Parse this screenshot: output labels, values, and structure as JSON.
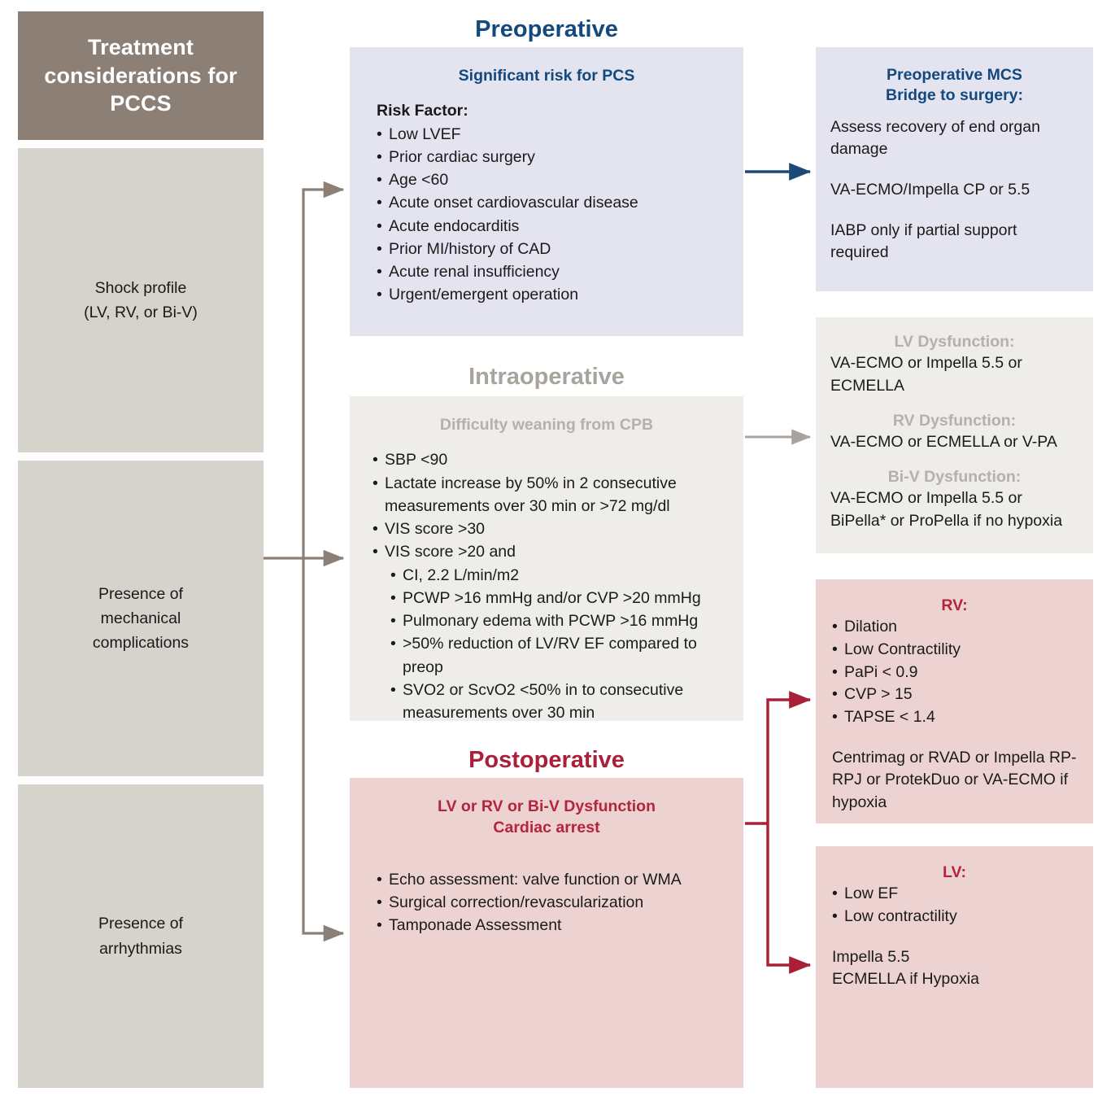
{
  "diagram": {
    "title": "Treatment considerations for PCCS",
    "colors": {
      "title_box": "#8c7f76",
      "grey_box": "#d6d2cc",
      "preop_blue": "#13497e",
      "preop_panel": "#e3e4ef",
      "intra_grey": "#b5b0ab",
      "intra_panel": "#efedea",
      "postop_red": "#a82039",
      "postop_panel": "#ecd3d1",
      "connector_brown": "#8c7f76",
      "connector_blue": "#1b4a78",
      "connector_grey": "#a9a39d",
      "connector_red": "#a81f36"
    }
  },
  "left_column": {
    "title": "Treatment considerations for PCCS",
    "items": [
      {
        "label": "Shock profile\n(LV, RV, or Bi-V)"
      },
      {
        "label": "Presence of\nmechanical\ncomplications"
      },
      {
        "label": "Presence of\narrhythmias"
      }
    ]
  },
  "sections": {
    "preoperative": {
      "heading": "Preoperative",
      "panel_title": "Significant risk for PCS",
      "lead": "Risk Factor:",
      "bullets": [
        "Low LVEF",
        "Prior cardiac surgery",
        "Age <60",
        "Acute onset cardiovascular disease",
        "Acute endocarditis",
        "Prior MI/history of CAD",
        "Acute renal insufficiency",
        "Urgent/emergent operation"
      ]
    },
    "intraoperative": {
      "heading": "Intraoperative",
      "panel_title": "Difficulty weaning from CPB",
      "bullets": [
        "SBP <90",
        "Lactate increase by 50% in 2 consecutive measurements over 30 min or >72 mg/dl",
        "VIS score >30",
        "VIS score >20 and"
      ],
      "sub_bullets": [
        "CI, 2.2 L/min/m2",
        "PCWP >16 mmHg and/or CVP >20 mmHg",
        "Pulmonary edema with PCWP >16 mmHg",
        ">50% reduction of LV/RV EF compared to preop",
        "SVO2 or ScvO2 <50% in to consecutive measurements over 30 min"
      ]
    },
    "postoperative": {
      "heading": "Postoperative",
      "panel_title": "LV or RV or Bi-V Dysfunction\nCardiac arrest",
      "bullets": [
        "Echo assessment: valve function or WMA",
        "Surgical correction/revascularization",
        "Tamponade Assessment"
      ]
    }
  },
  "right_column": {
    "preop_mcs": {
      "title": "Preoperative MCS\nBridge to surgery:",
      "paragraphs": [
        "Assess recovery of end organ damage",
        "VA-ECMO/Impella CP or 5.5",
        "IABP only if partial support required"
      ]
    },
    "dysfunction": {
      "groups": [
        {
          "title": "LV Dysfunction:",
          "text": "VA-ECMO or Impella 5.5 or ECMELLA"
        },
        {
          "title": "RV Dysfunction:",
          "text": "VA-ECMO or ECMELLA or V-PA"
        },
        {
          "title": "Bi-V Dysfunction:",
          "text": "VA-ECMO or Impella 5.5 or BiPella* or ProPella if no hypoxia"
        }
      ]
    },
    "rv": {
      "title": "RV:",
      "bullets": [
        "Dilation",
        "Low Contractility",
        "PaPi < 0.9",
        "CVP > 15",
        "TAPSE < 1.4"
      ],
      "text": "Centrimag or RVAD or Impella RP-RPJ or ProtekDuo or VA-ECMO if hypoxia"
    },
    "lv": {
      "title": "LV:",
      "bullets": [
        "Low EF",
        "Low contractility"
      ],
      "text": "Impella 5.5\nECMELLA if Hypoxia"
    }
  }
}
